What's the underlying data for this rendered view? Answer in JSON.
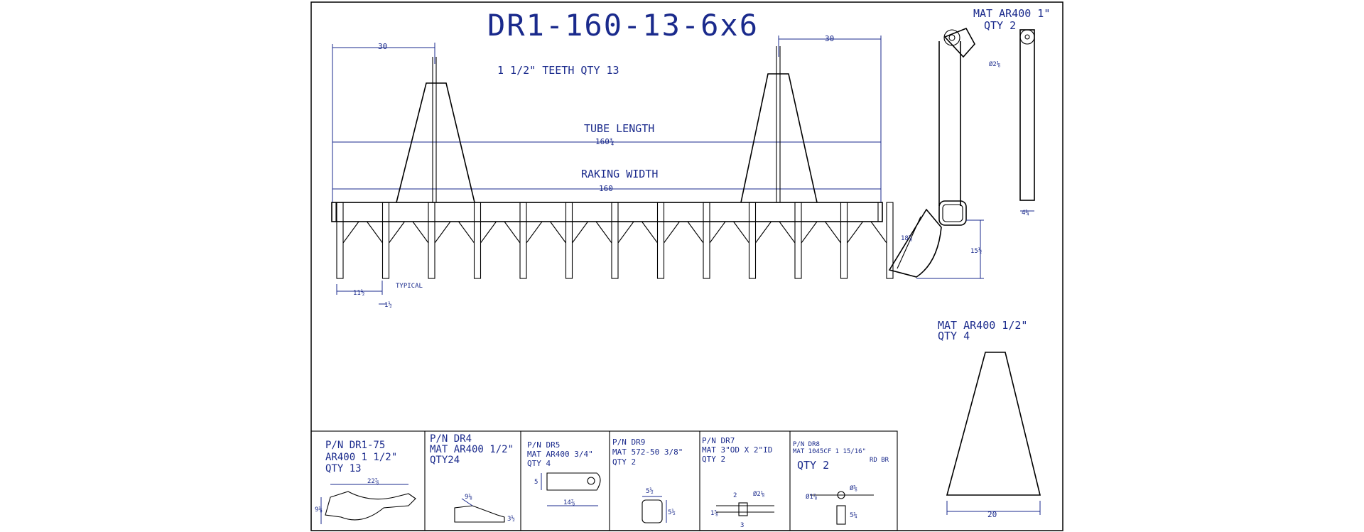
{
  "title": "DR1-160-13-6x6",
  "teeth_note": "1 1/2\" TEETH QTY 13",
  "tube_length_label": "TUBE LENGTH",
  "tube_length_value": "160¾",
  "raking_width_label": "RAKING WIDTH",
  "raking_width_value": "160",
  "left_dim": "30",
  "right_dim": "30",
  "typical_label": "TYPICAL",
  "tooth_spacing_dim": "11½",
  "tooth_thickness_dim": "1½",
  "side_mat_label": "MAT AR400 1\"",
  "side_qty_label": "QTY 2",
  "pin_dia_dim": "Ø2⅛",
  "side_height_dim": "15½",
  "side_diag_dim": "18⅞",
  "side_width_dim": "4¼",
  "gusset_mat_label": "MAT AR400  1/2\"",
  "gusset_qty_label": "QTY 4",
  "gusset_base_dim": "20",
  "parts": [
    {
      "pn": "P/N  DR1-75",
      "mat": "AR400 1 1/2\"",
      "qty": "QTY 13",
      "dims": [
        "22⅞",
        "9⅛"
      ]
    },
    {
      "pn": "P/N DR4",
      "mat": "MAT AR400 1/2\"",
      "qty": "QTY24",
      "dims": [
        "9⅛",
        "3½"
      ]
    },
    {
      "pn": "P/N DR5",
      "mat": "MAT AR400 3/4\"",
      "qty": "QTY 4",
      "dims": [
        "5",
        "14⅞"
      ]
    },
    {
      "pn": "P/N DR9",
      "mat": "MAT 572-50 3/8\"",
      "qty": "QTY 2",
      "dims": [
        "5½",
        "5½"
      ]
    },
    {
      "pn": "P/N DR7",
      "mat": "MAT 3\"OD X 2\"ID",
      "qty": "QTY 2",
      "dims": [
        "Ø2⅛",
        "1⅞",
        "3",
        "2"
      ]
    },
    {
      "pn": "P/N DR8",
      "mat": "MAT 1045CF 1 15/16\"",
      "mat2": "RD BR",
      "qty": "QTY 2",
      "dims": [
        "Ø1⅞",
        "Ø⅝",
        "5¼"
      ]
    }
  ]
}
